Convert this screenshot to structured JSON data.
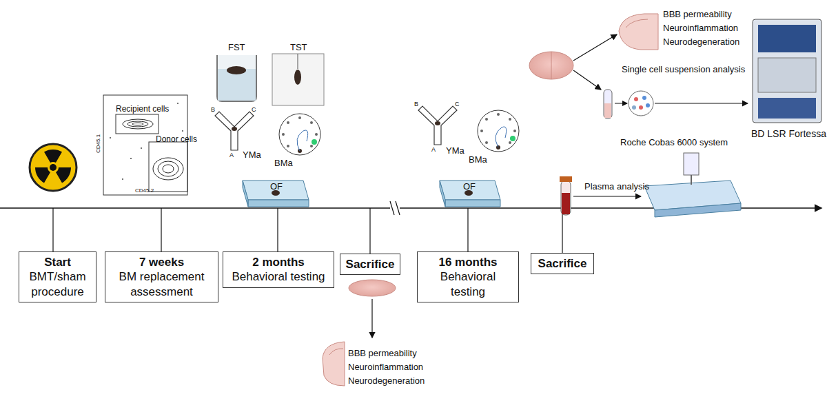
{
  "diagram": {
    "nodes": [
      {
        "text": [
          "Start",
          "BMT/sham procedure"
        ]
      },
      {
        "text": [
          "7 weeks",
          "BM replacement assessment"
        ]
      },
      {
        "text": [
          "2 months",
          "Behavioral testing"
        ]
      },
      {
        "text": [
          "Sacrifice"
        ]
      },
      {
        "text": [
          "16 months",
          "Behavioral testing"
        ]
      },
      {
        "text": [
          "Sacrifice"
        ]
      }
    ],
    "labels": [
      "Recipient cells",
      "Donor cells",
      "CD45.1",
      "CD45.2",
      "FST",
      "TST",
      "YMa",
      "BMa",
      "OF",
      "YMa",
      "BMa",
      "OF",
      "BBB permeability",
      "Neuroinflammation",
      "Neurodegeneration",
      "Single cell suspension analysis",
      "BD LSR Fortessa",
      "Roche Cobas 6000 system",
      "Plasma analysis",
      "BBB permeability",
      "Neuroinflammation",
      "Neurodegeneration",
      "A",
      "B",
      "C",
      "A",
      "B",
      "C"
    ]
  }
}
